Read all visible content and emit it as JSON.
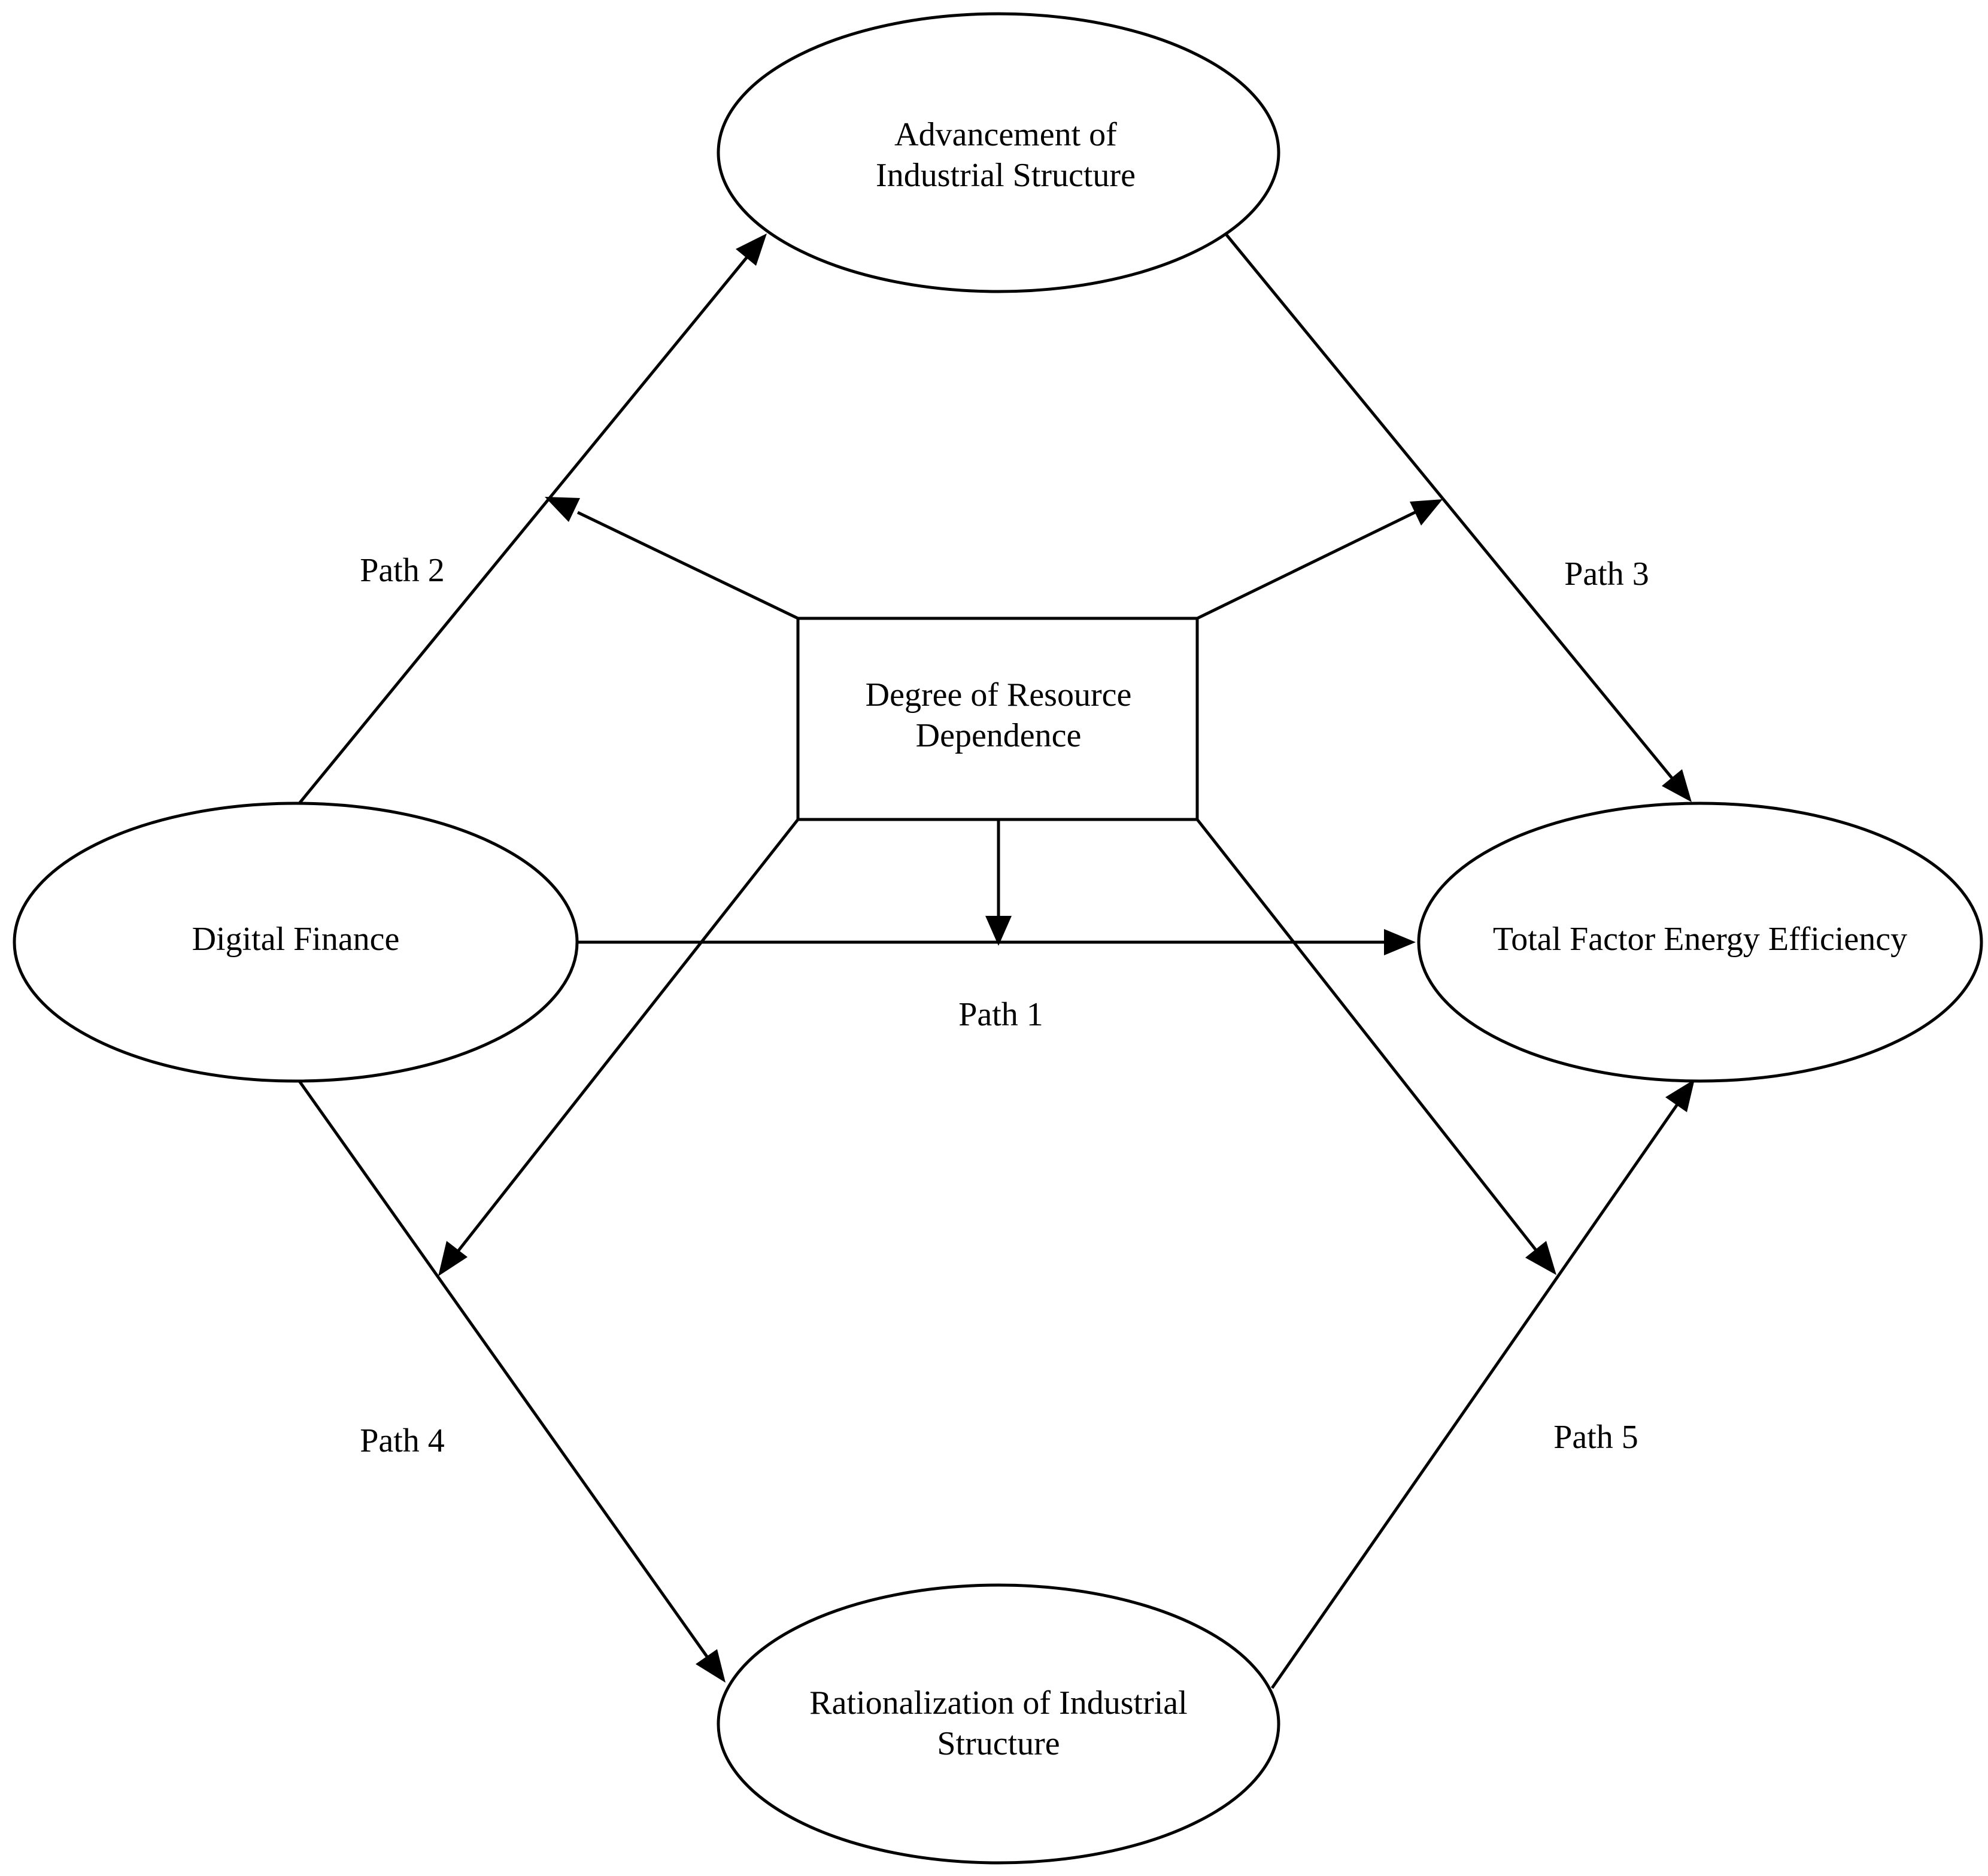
{
  "nodes": {
    "advancement": {
      "line1": "Advancement of",
      "line2": "Industrial Structure"
    },
    "resource": {
      "line1": "Degree of Resource",
      "line2": "Dependence"
    },
    "digital_finance": {
      "label": "Digital Finance"
    },
    "tfee": {
      "label": "Total Factor Energy Efficiency"
    },
    "rationalization": {
      "line1": "Rationalization of Industrial",
      "line2": "Structure"
    }
  },
  "paths": {
    "p1": "Path 1",
    "p2": "Path 2",
    "p3": "Path 3",
    "p4": "Path 4",
    "p5": "Path 5"
  }
}
